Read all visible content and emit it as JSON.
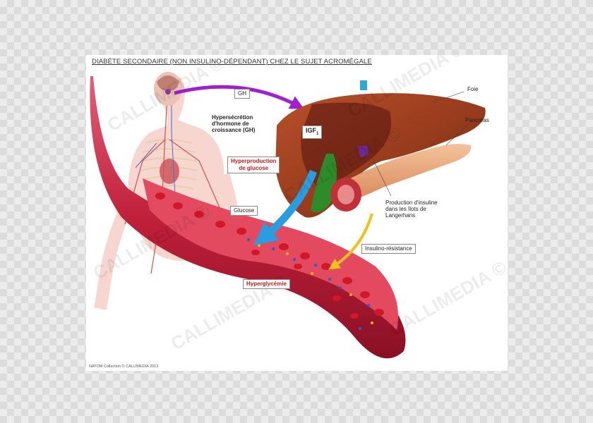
{
  "title": "DIABÈTE SECONDAIRE (NON INSULINO-DÉPENDANT) CHEZ LE SUJET ACROMÉGALE",
  "watermark": "CALLIMEDIA ©",
  "footer": "NATOM Collection © CALLIMEDIA 2013",
  "labels": {
    "gh": "GH",
    "hypersecretion": [
      "Hypersécrétion",
      "d'hormone de",
      "croissance (GH)"
    ],
    "igf1": "IGF",
    "igf1_sub": "1",
    "hyperproduction": [
      "Hyperproduction",
      "de glucose"
    ],
    "glucose": "Glucose",
    "foie": "Foie",
    "pancreas": "Pancréas",
    "production_insuline": [
      "Production d'insuline",
      "dans les îlots de",
      "Langerhans"
    ],
    "insulino_resistance": "Insulino-résistance",
    "hyperglycemie": "Hyperglycémie"
  },
  "colors": {
    "vessel": "#c0203a",
    "liver": "#9a3a1a",
    "pancreas": "#e6a77a",
    "gh_arrow": "#a020d0",
    "glucose_arrow": "#2a9de0",
    "insulin_arrow": "#f0c020",
    "highlight_text": "#d11a1a"
  }
}
